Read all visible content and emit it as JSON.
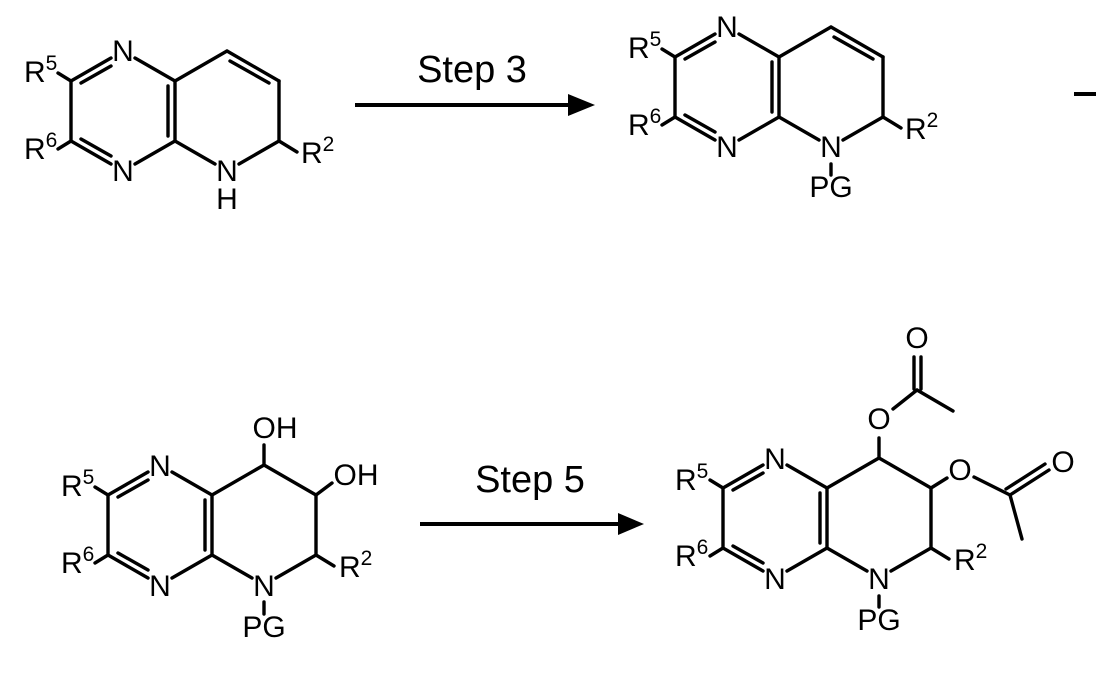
{
  "background": "#ffffff",
  "ink": "#000000",
  "steps": {
    "step3": "Step 3",
    "step5": "Step 5"
  },
  "atoms": {
    "nitrogen": "N",
    "hydrogen": "H",
    "oxygen": "O",
    "hydroxyl": "OH",
    "protecting_group": "PG",
    "r": "R"
  },
  "superscripts": {
    "s2": "2",
    "s5": "5",
    "s6": "6"
  }
}
